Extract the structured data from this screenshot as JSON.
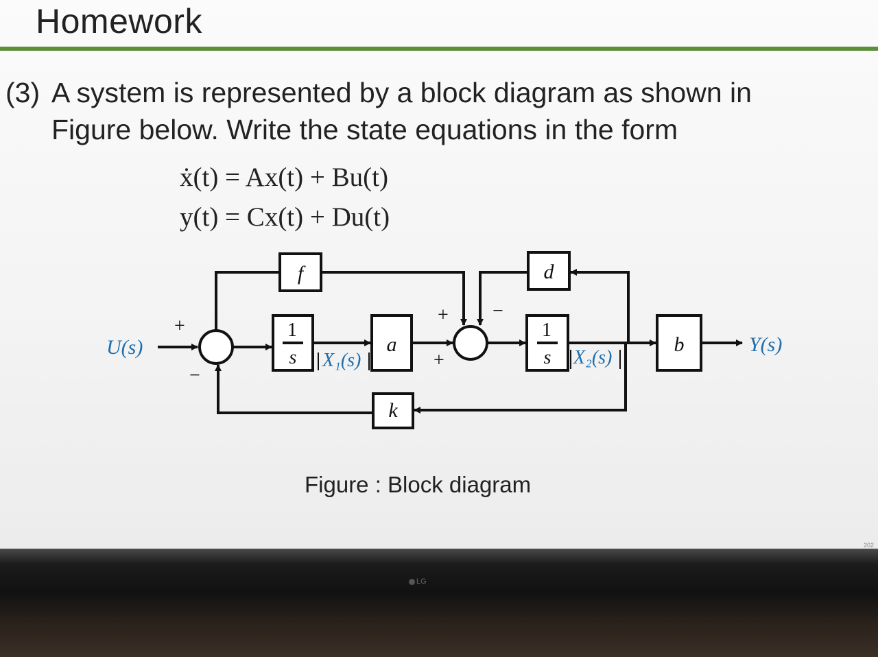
{
  "slide": {
    "title": "Homework",
    "problem_number": "(3)",
    "problem_line1": "A system is represented by a block diagram as shown in",
    "problem_line2": "Figure below. Write the state equations in the form",
    "equation1": "ẋ(t) = Ax(t) + Bu(t)",
    "equation2": "y(t) = Cx(t) + Du(t)",
    "caption": "Figure : Block diagram",
    "page_number": "202"
  },
  "diagram": {
    "input_label": "U(s)",
    "output_label": "Y(s)",
    "blocks": {
      "f": "f",
      "d": "d",
      "a": "a",
      "k": "k",
      "b": "b",
      "integrator_num": "1",
      "integrator_den": "s"
    },
    "state_labels": {
      "x1": "X₁(s)",
      "x2": "X₂(s)"
    },
    "signs": {
      "sum1_plus": "+",
      "sum1_minus": "−",
      "sum2_top_plus": "+",
      "sum2_top_minus": "−",
      "sum2_bottom_plus": "+"
    }
  },
  "monitor": {
    "brand": "LG"
  },
  "colors": {
    "accent_rule": "#5b8f3a",
    "state_label": "#1f6fae",
    "text": "#222222"
  }
}
